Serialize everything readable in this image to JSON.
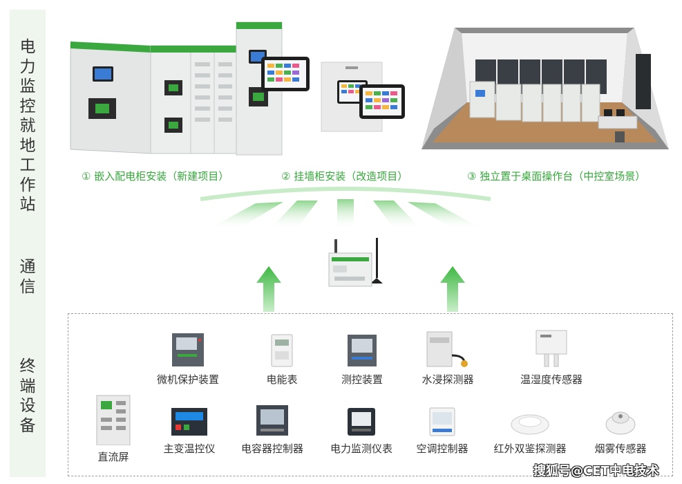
{
  "sidebar": {
    "workstation": [
      "电",
      "力",
      "监",
      "控",
      "就",
      "地",
      "工",
      "作",
      "站"
    ],
    "communication": [
      "通",
      "信"
    ],
    "terminal": [
      "终",
      "端",
      "设",
      "备"
    ]
  },
  "captions": {
    "embedded": "① 嵌入配电柜安装（新建项目）",
    "wall": "② 挂墙柜安装（改造项目）",
    "desk": "③ 独立置于桌面操作台（中控室场景）"
  },
  "devices_row1": [
    {
      "label": "微机保护装置",
      "icon": "relay-protection-icon"
    },
    {
      "label": "电能表",
      "icon": "energy-meter-icon"
    },
    {
      "label": "测控装置",
      "icon": "measure-control-icon"
    },
    {
      "label": "水浸探测器",
      "icon": "water-detector-icon"
    },
    {
      "label": "温湿度传感器",
      "icon": "temp-humidity-sensor-icon"
    }
  ],
  "devices_row2": [
    {
      "label": "直流屏",
      "icon": "dc-panel-icon"
    },
    {
      "label": "主变温控仪",
      "icon": "transformer-temp-controller-icon"
    },
    {
      "label": "电容器控制器",
      "icon": "capacitor-controller-icon"
    },
    {
      "label": "电力监测仪表",
      "icon": "power-monitor-meter-icon"
    },
    {
      "label": "空调控制器",
      "icon": "ac-controller-icon"
    },
    {
      "label": "红外双鉴探测器",
      "icon": "infrared-detector-icon"
    },
    {
      "label": "烟雾传感器",
      "icon": "smoke-sensor-icon"
    }
  ],
  "watermark": "搜狐号@CET中电技术",
  "colors": {
    "accent": "#35a83a",
    "sidebar_bg": "#eef6ee",
    "arrow": "#5cc45e"
  }
}
